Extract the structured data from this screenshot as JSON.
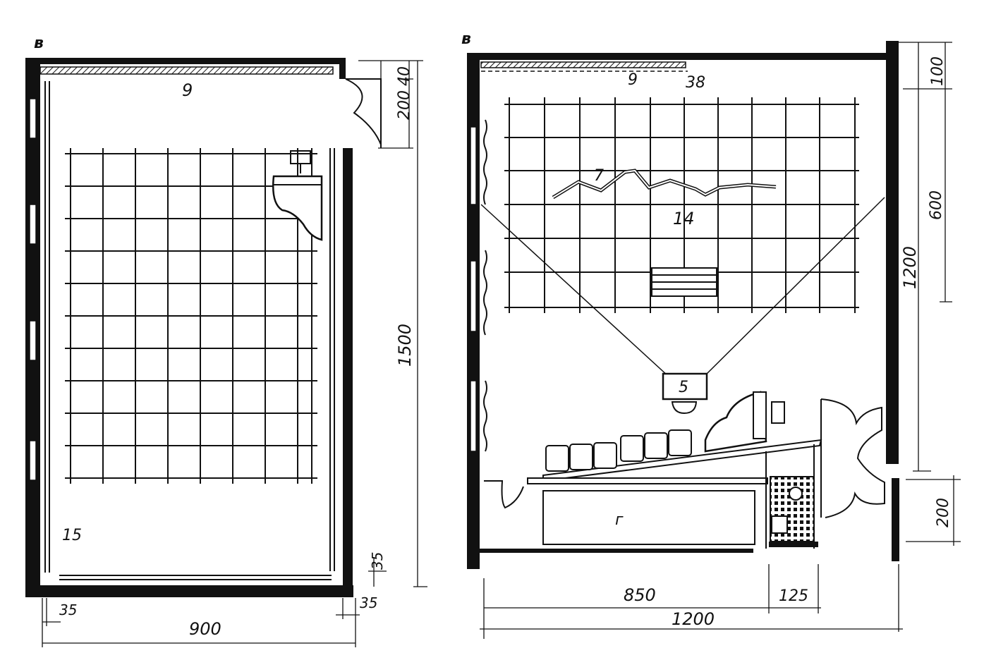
{
  "plan_left": {
    "letter": "в",
    "labels": {
      "screen": "9",
      "wall_item": "15"
    },
    "dimensions": {
      "door_offset": "40",
      "door_width": "200",
      "length": "1500",
      "width": "900",
      "left_margin": "35",
      "right_margin": "35",
      "bottom_margin": "35"
    }
  },
  "plan_right": {
    "letter": "в",
    "labels": {
      "screen": "9",
      "screen_ref": "38",
      "sightline": "7",
      "seating_area": "14",
      "projector": "5",
      "booth": "г"
    },
    "dimensions": {
      "top_gap": "100",
      "screen_zone": "600",
      "length": "1200",
      "booth_depth": "200",
      "hall_width": "850",
      "booth_width": "125",
      "total_width": "1200"
    }
  }
}
